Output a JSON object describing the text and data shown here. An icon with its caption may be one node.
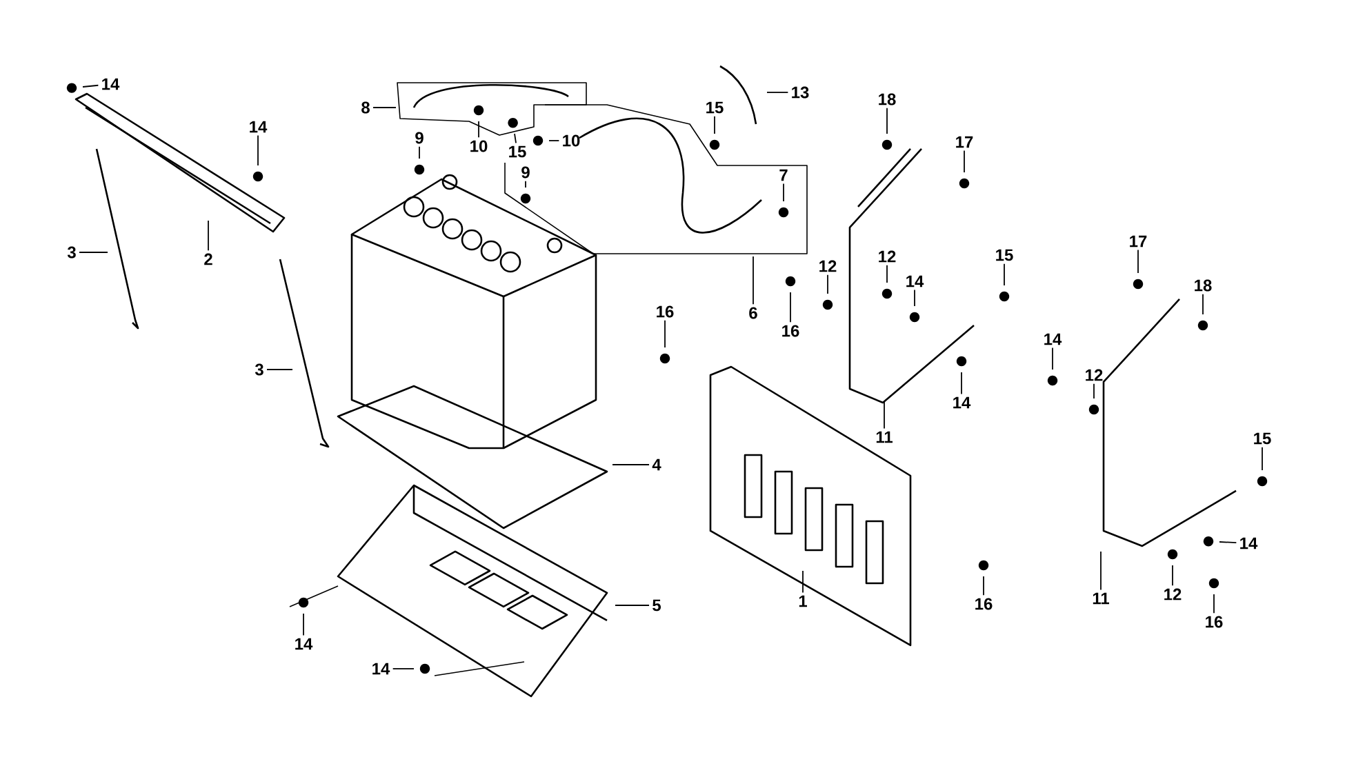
{
  "diagram": {
    "nodes": [
      {
        "text": [
          "14"
        ]
      },
      {
        "text": [
          "14"
        ]
      },
      {
        "text": [
          "8"
        ]
      },
      {
        "text": [
          "9"
        ]
      },
      {
        "text": [
          "10"
        ]
      },
      {
        "text": [
          "15"
        ]
      },
      {
        "text": [
          "10"
        ]
      },
      {
        "text": [
          "9"
        ]
      },
      {
        "text": [
          "13"
        ]
      },
      {
        "text": [
          "15"
        ]
      },
      {
        "text": [
          "7"
        ]
      },
      {
        "text": [
          "18"
        ]
      },
      {
        "text": [
          "17"
        ]
      },
      {
        "text": [
          "2"
        ]
      },
      {
        "text": [
          "3"
        ]
      },
      {
        "text": [
          "12"
        ]
      },
      {
        "text": [
          "12"
        ]
      },
      {
        "text": [
          "14"
        ]
      },
      {
        "text": [
          "15"
        ]
      },
      {
        "text": [
          "6"
        ]
      },
      {
        "text": [
          "16"
        ]
      },
      {
        "text": [
          "16"
        ]
      },
      {
        "text": [
          "3"
        ]
      },
      {
        "text": [
          "17"
        ]
      },
      {
        "text": [
          "18"
        ]
      },
      {
        "text": [
          "14"
        ]
      },
      {
        "text": [
          "14"
        ]
      },
      {
        "text": [
          "12"
        ]
      },
      {
        "text": [
          "11"
        ]
      },
      {
        "text": [
          "15"
        ]
      },
      {
        "text": [
          "4"
        ]
      },
      {
        "text": [
          "14"
        ]
      },
      {
        "text": [
          "5"
        ]
      },
      {
        "text": [
          "1"
        ]
      },
      {
        "text": [
          "16"
        ]
      },
      {
        "text": [
          "11"
        ]
      },
      {
        "text": [
          "12"
        ]
      },
      {
        "text": [
          "16"
        ]
      },
      {
        "text": [
          "14"
        ]
      },
      {
        "text": [
          "14"
        ]
      }
    ],
    "edges": [
      {
        "from": 0,
        "to": null,
        "arrow": "none"
      },
      {
        "from": 1,
        "to": null,
        "arrow": "none"
      },
      {
        "from": 2,
        "to": null,
        "arrow": "none"
      },
      {
        "from": 3,
        "to": null,
        "arrow": "none"
      },
      {
        "from": 4,
        "to": null,
        "arrow": "none"
      },
      {
        "from": 5,
        "to": null,
        "arrow": "none"
      },
      {
        "from": 6,
        "to": null,
        "arrow": "none"
      },
      {
        "from": 7,
        "to": null,
        "arrow": "none"
      },
      {
        "from": 8,
        "to": null,
        "arrow": "none"
      },
      {
        "from": 9,
        "to": null,
        "arrow": "none"
      },
      {
        "from": 10,
        "to": null,
        "arrow": "none"
      },
      {
        "from": 11,
        "to": null,
        "arrow": "none"
      },
      {
        "from": 12,
        "to": null,
        "arrow": "none"
      },
      {
        "from": 13,
        "to": null,
        "arrow": "none"
      },
      {
        "from": 14,
        "to": null,
        "arrow": "none"
      },
      {
        "from": 15,
        "to": null,
        "arrow": "none"
      },
      {
        "from": 16,
        "to": null,
        "arrow": "none"
      },
      {
        "from": 17,
        "to": null,
        "arrow": "none"
      },
      {
        "from": 18,
        "to": null,
        "arrow": "none"
      },
      {
        "from": 19,
        "to": null,
        "arrow": "none"
      },
      {
        "from": 20,
        "to": null,
        "arrow": "none"
      },
      {
        "from": 21,
        "to": null,
        "arrow": "none"
      },
      {
        "from": 22,
        "to": null,
        "arrow": "none"
      },
      {
        "from": 23,
        "to": null,
        "arrow": "none"
      },
      {
        "from": 24,
        "to": null,
        "arrow": "none"
      },
      {
        "from": 25,
        "to": null,
        "arrow": "none"
      },
      {
        "from": 26,
        "to": null,
        "arrow": "none"
      },
      {
        "from": 27,
        "to": null,
        "arrow": "none"
      },
      {
        "from": 28,
        "to": null,
        "arrow": "none"
      },
      {
        "from": 29,
        "to": null,
        "arrow": "none"
      },
      {
        "from": 30,
        "to": null,
        "arrow": "none"
      },
      {
        "from": 31,
        "to": null,
        "arrow": "none"
      },
      {
        "from": 32,
        "to": null,
        "arrow": "none"
      },
      {
        "from": 33,
        "to": null,
        "arrow": "none"
      },
      {
        "from": 34,
        "to": null,
        "arrow": "none"
      },
      {
        "from": 35,
        "to": null,
        "arrow": "none"
      },
      {
        "from": 36,
        "to": null,
        "arrow": "none"
      },
      {
        "from": 37,
        "to": null,
        "arrow": "none"
      },
      {
        "from": 38,
        "to": null,
        "arrow": "none"
      },
      {
        "from": 39,
        "to": null,
        "arrow": "none"
      }
    ]
  }
}
